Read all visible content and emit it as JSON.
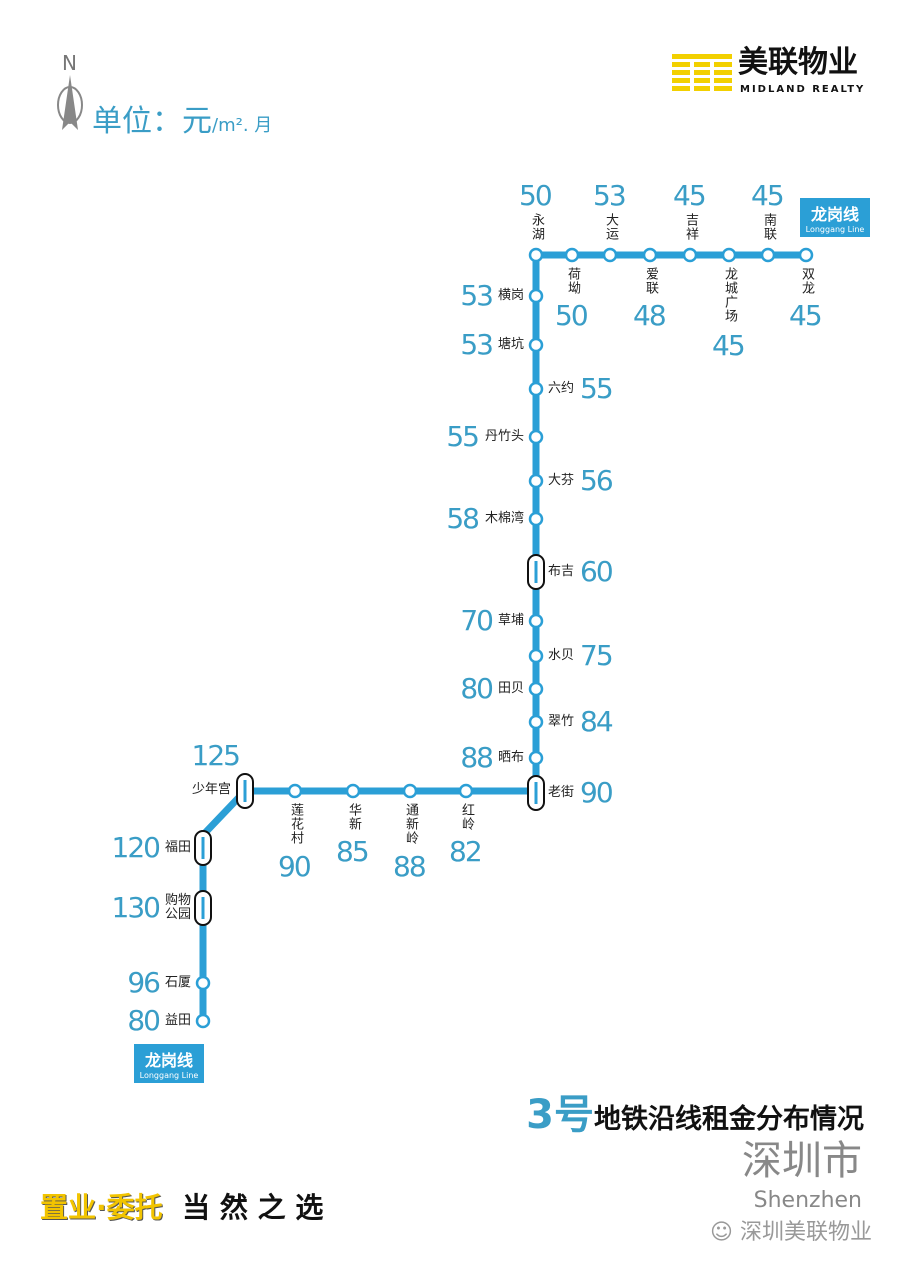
{
  "header": {
    "north": "N",
    "unit_label": "单位：元",
    "unit_suffix": "/m². 月",
    "brand_cn": "美联物业",
    "brand_en": "MIDLAND REALTY"
  },
  "line_tags": [
    {
      "cn": "龙岗线",
      "en": "Longgang Line"
    },
    {
      "cn": "龙岗线",
      "en": "Longgang Line"
    }
  ],
  "colors": {
    "line": "#2b9fd6",
    "value": "#3a9dc6"
  },
  "stations": [
    {
      "name": "益田",
      "rent": 80
    },
    {
      "name": "石厦",
      "rent": 96
    },
    {
      "name": "购物公园",
      "rent": 130,
      "interchange": true
    },
    {
      "name": "福田",
      "rent": 120,
      "interchange": true
    },
    {
      "name": "少年宫",
      "rent": 125,
      "interchange": true
    },
    {
      "name": "莲花村",
      "rent": 90
    },
    {
      "name": "华新",
      "rent": 85
    },
    {
      "name": "通新岭",
      "rent": 88
    },
    {
      "name": "红岭",
      "rent": 82
    },
    {
      "name": "老街",
      "rent": 90,
      "interchange": true
    },
    {
      "name": "晒布",
      "rent": 88
    },
    {
      "name": "翠竹",
      "rent": 84
    },
    {
      "name": "田贝",
      "rent": 80
    },
    {
      "name": "水贝",
      "rent": 75
    },
    {
      "name": "草埔",
      "rent": 70
    },
    {
      "name": "布吉",
      "rent": 60,
      "interchange": true
    },
    {
      "name": "木棉湾",
      "rent": 58
    },
    {
      "name": "大芬",
      "rent": 56
    },
    {
      "name": "丹竹头",
      "rent": 55
    },
    {
      "name": "六约",
      "rent": 55
    },
    {
      "name": "塘坑",
      "rent": 53
    },
    {
      "name": "横岗",
      "rent": 53
    },
    {
      "name": "永湖",
      "rent": 50
    },
    {
      "name": "荷坳",
      "rent": 50
    },
    {
      "name": "大运",
      "rent": 53
    },
    {
      "name": "爱联",
      "rent": 48
    },
    {
      "name": "吉祥",
      "rent": 45
    },
    {
      "name": "龙城广场",
      "rent": 45
    },
    {
      "name": "南联",
      "rent": 45
    },
    {
      "name": "双龙",
      "rent": 45
    }
  ],
  "title": {
    "num": "3号",
    "text": "地铁沿线租金分布情况"
  },
  "slogan": {
    "a": "置业·委托",
    "b": "当 然 之 选"
  },
  "footer": {
    "city": "深圳市",
    "city_en": "Shenzhen",
    "wechat": "深圳美联物业"
  }
}
